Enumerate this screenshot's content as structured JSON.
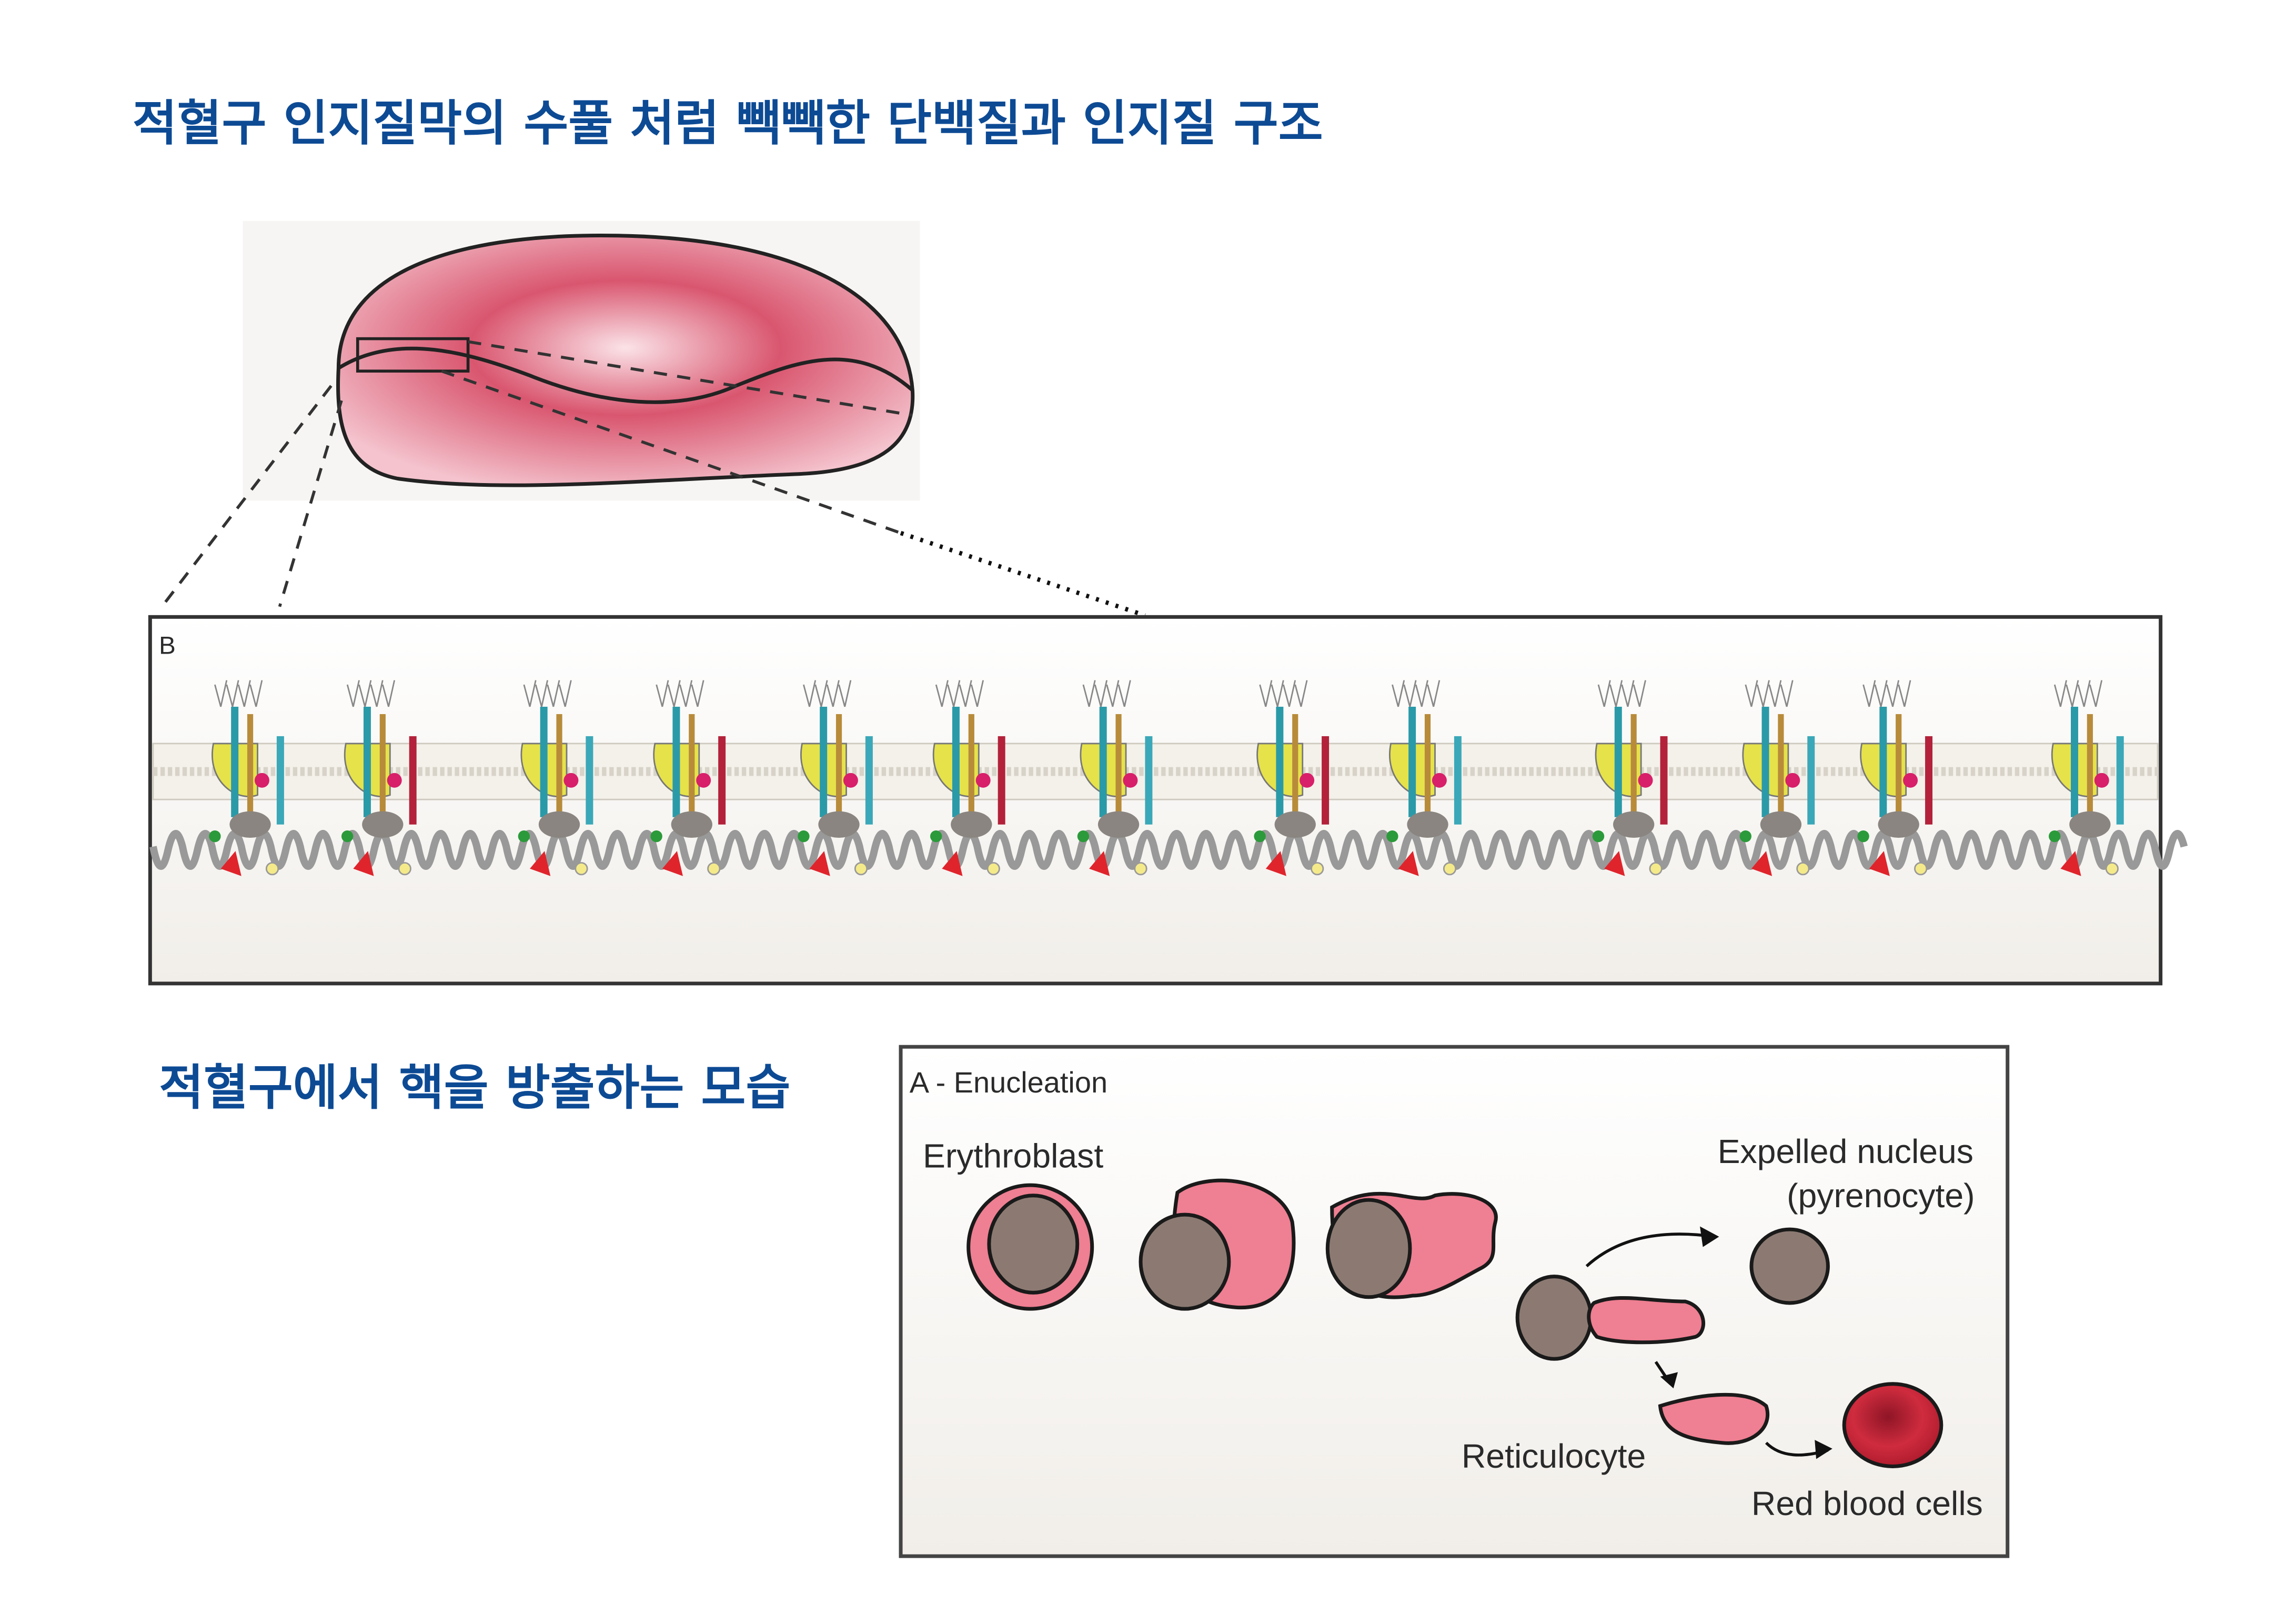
{
  "titles": {
    "membrane": "적혈구 인지질막의 수풀 처럼 빽빽한 단백질과 인지질 구조",
    "enucleation": "적혈구에서 핵을 방출하는 모습"
  },
  "membrane_panel": {
    "label": "B"
  },
  "enucleation_panel": {
    "title": "A - Enucleation",
    "labels": {
      "erythroblast": "Erythroblast",
      "expelled_nucleus": "Expelled nucleus",
      "pyrenocyte": "(pyrenocyte)",
      "reticulocyte": "Reticulocyte",
      "red_blood_cells": "Red blood cells"
    }
  },
  "colors": {
    "title_blue": "#0d4a94",
    "cell_pink": "#ef7f92",
    "nucleus_brown": "#8c7a72",
    "rbc_red": "#c8283a"
  }
}
